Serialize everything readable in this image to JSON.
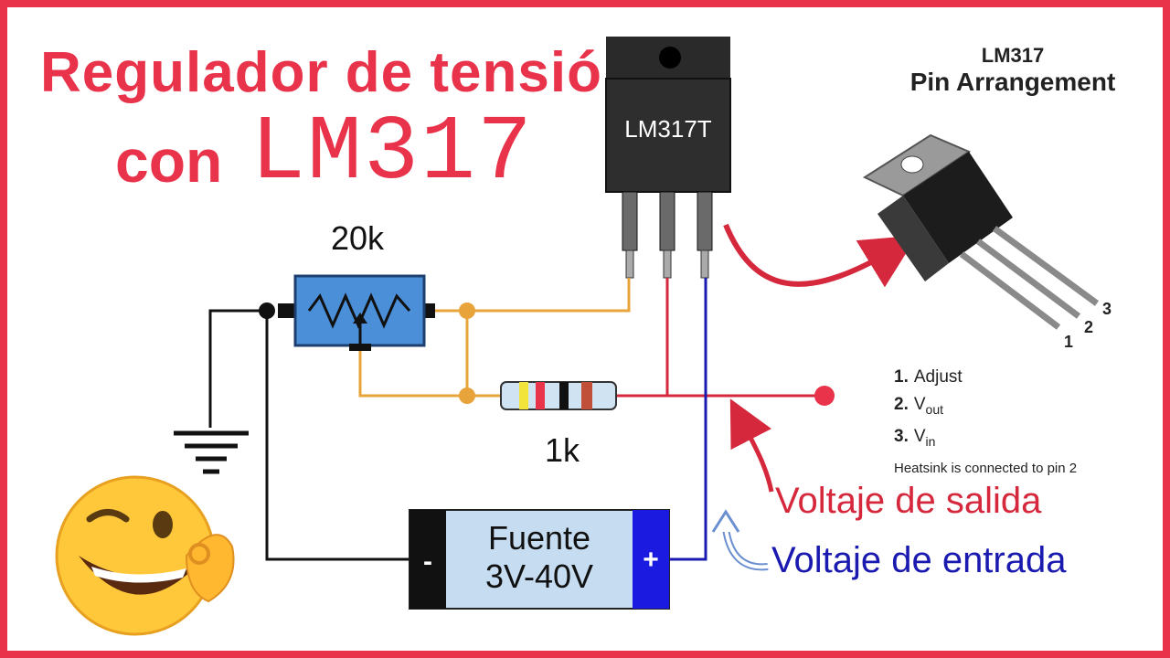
{
  "title": {
    "line1": "Regulador de tensión",
    "line2_prefix": "con",
    "line2_chip": "LM317"
  },
  "regulator": {
    "label": "LM317T"
  },
  "potentiometer": {
    "label": "20k"
  },
  "resistor": {
    "label": "1k"
  },
  "power_supply": {
    "line1": "Fuente",
    "line2": "3V-40V",
    "minus": "-",
    "plus": "+"
  },
  "output_label": "Voltaje de salida",
  "input_label": "Voltaje de entrada",
  "pin_arrangement": {
    "chip": "LM317",
    "title": "Pin Arrangement",
    "pins": [
      {
        "num": "1.",
        "name": "Adjust",
        "sub": ""
      },
      {
        "num": "2.",
        "name": "V",
        "sub": "out"
      },
      {
        "num": "3.",
        "name": "V",
        "sub": "in"
      }
    ],
    "pin_numbers": [
      "1",
      "2",
      "3"
    ],
    "note": "Heatsink is connected to pin 2"
  },
  "colors": {
    "accent_red": "#e8334a",
    "wire_orange": "#e8a43a",
    "wire_red": "#d6283c",
    "wire_blue": "#1a1ab0",
    "pot_blue": "#4a8fd8",
    "supply_body": "#c6dcf0"
  },
  "icons": {
    "emoji": "winking-ok-emoji",
    "ground": "ground-symbol"
  }
}
